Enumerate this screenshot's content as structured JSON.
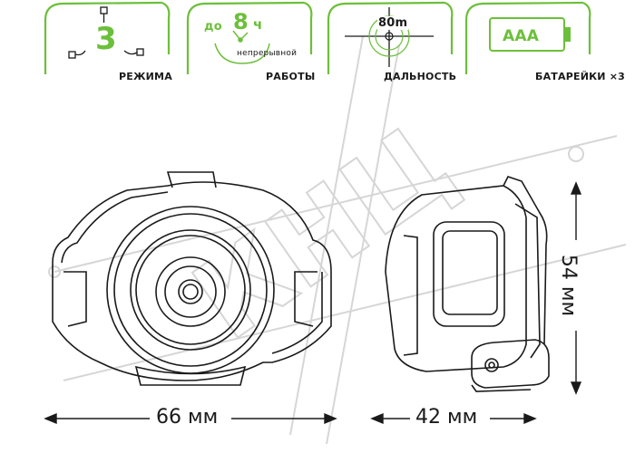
{
  "badges": {
    "modes": {
      "number": "3",
      "label": "РЕЖИМА"
    },
    "runtime": {
      "prefix": "до",
      "number": "8",
      "unit": "ч",
      "sub": "непрерывной",
      "label": "РАБОТЫ"
    },
    "range": {
      "value": "80m",
      "label": "ДАЛЬНОСТЬ"
    },
    "battery": {
      "type": "AAA",
      "label": "БАТАРЕЙКИ ×3"
    }
  },
  "dimensions": {
    "width": "66 мм",
    "depth": "42 мм",
    "height": "54 мм"
  },
  "watermark": "КНЦ",
  "colors": {
    "accent": "#6cbf3a",
    "ink": "#1a1a1a",
    "watermark": "#d9d9d9"
  }
}
